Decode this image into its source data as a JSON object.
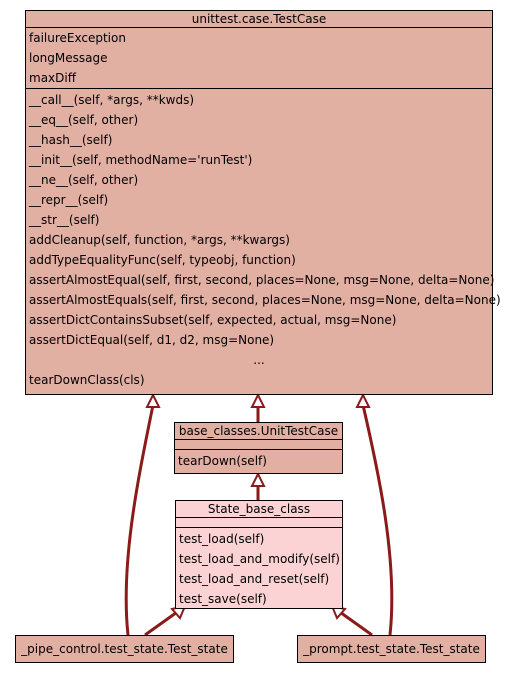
{
  "testcase": {
    "title": "unittest.case.TestCase",
    "attributes": [
      "failureException",
      "longMessage",
      "maxDiff"
    ],
    "methods": [
      "__call__(self, *args, **kwds)",
      "__eq__(self, other)",
      "__hash__(self)",
      "__init__(self, methodName='runTest')",
      "__ne__(self, other)",
      "__repr__(self)",
      "__str__(self)",
      "addCleanup(self, function, *args, **kwargs)",
      "addTypeEqualityFunc(self, typeobj, function)",
      "assertAlmostEqual(self, first, second, places=None, msg=None, delta=None)",
      "assertAlmostEquals(self, first, second, places=None, msg=None, delta=None)",
      "assertDictContainsSubset(self, expected, actual, msg=None)",
      "assertDictEqual(self, d1, d2, msg=None)",
      "...",
      "tearDownClass(cls)"
    ]
  },
  "unittestcase": {
    "title": "base_classes.UnitTestCase",
    "methods": [
      "tearDown(self)"
    ]
  },
  "statebase": {
    "title": "State_base_class",
    "methods": [
      "test_load(self)",
      "test_load_and_modify(self)",
      "test_load_and_reset(self)",
      "test_save(self)"
    ]
  },
  "pipe_state": {
    "title": "_pipe_control.test_state.Test_state"
  },
  "prompt_state": {
    "title": "_prompt.test_state.Test_state"
  },
  "colors": {
    "edge": "#8b1a1a",
    "node_salmon": "#e2afa3",
    "node_pink": "#fcd3d4"
  }
}
